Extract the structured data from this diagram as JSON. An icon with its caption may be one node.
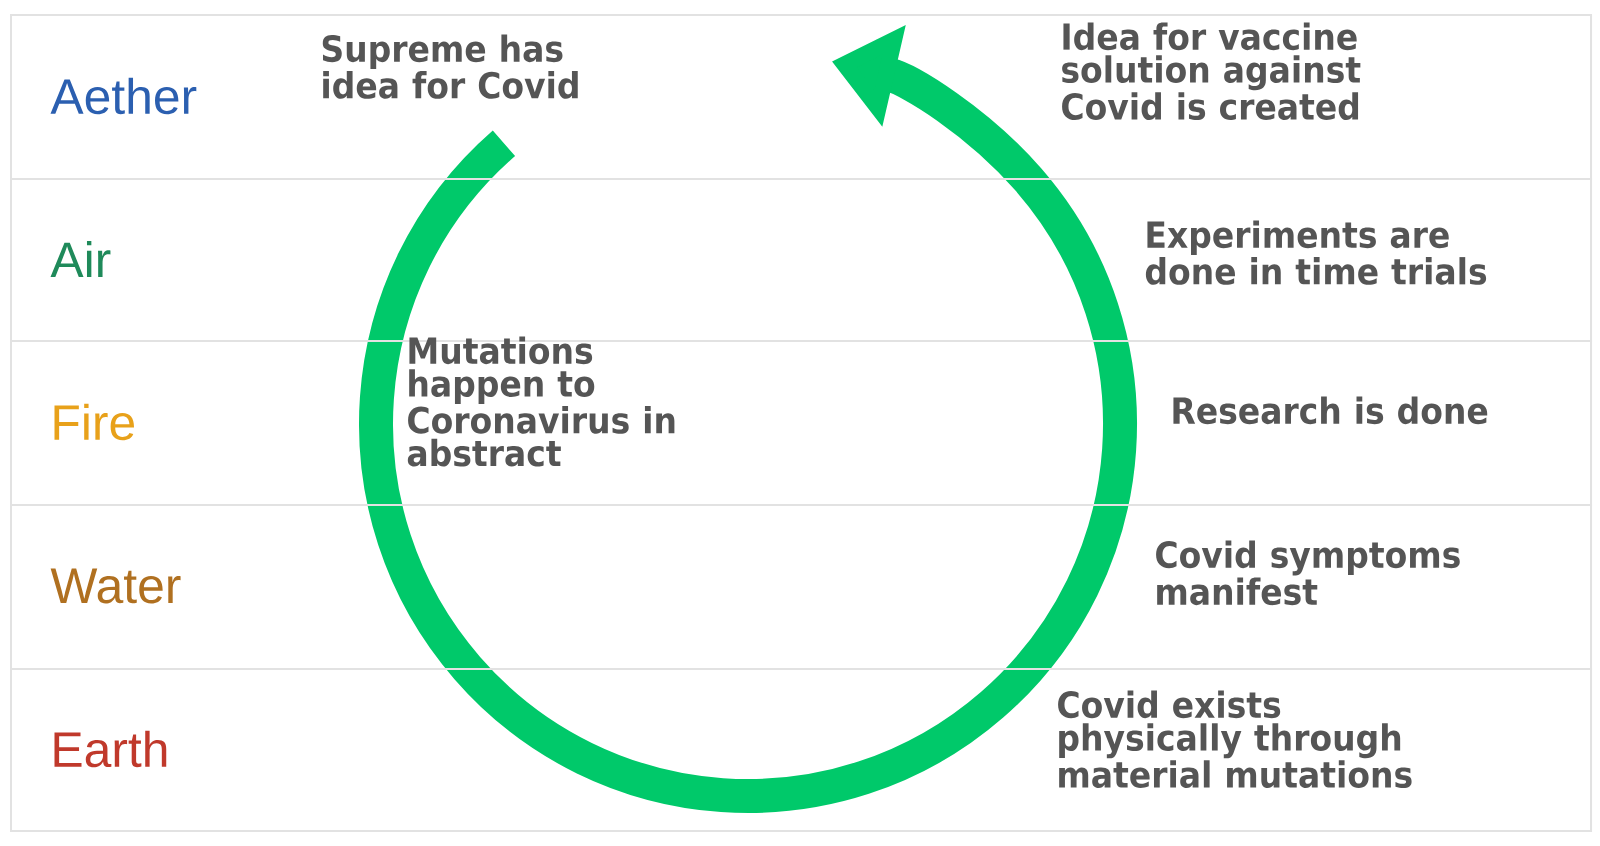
{
  "diagram": {
    "nodes": [
      {
        "text": [
          "Aether",
          "Supreme has idea for Covid",
          "Idea for vaccine solution against Covid is created"
        ]
      },
      {
        "text": [
          "Air",
          "Experiments are done in time trials"
        ]
      },
      {
        "text": [
          "Fire",
          "Research is done"
        ]
      },
      {
        "text": [
          "Water",
          "Covid symptoms manifest"
        ]
      },
      {
        "text": [
          "Earth",
          "Covid exists physically through material mutations"
        ]
      }
    ],
    "labels": [
      "Mutations happen to Coronavirus in abstract"
    ]
  }
}
